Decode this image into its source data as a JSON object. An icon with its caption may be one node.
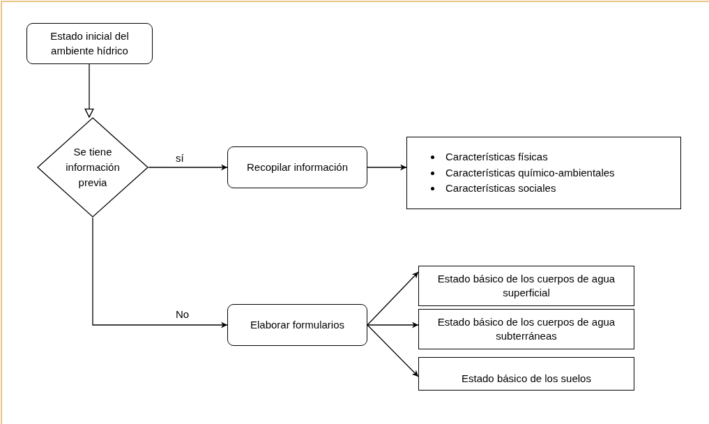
{
  "diagram": {
    "nodes": [
      {
        "text": [
          "Estado inicial del ambiente hídrico"
        ]
      },
      {
        "text": [
          "Se tiene información previa"
        ]
      },
      {
        "text": [
          "Recopilar información"
        ]
      },
      {
        "text": [
          "Características físicas",
          "Características químico-ambientales",
          "Características sociales"
        ]
      },
      {
        "text": [
          "Elaborar formularios"
        ]
      },
      {
        "text": [
          "Estado básico de los cuerpos de agua superficial"
        ]
      },
      {
        "text": [
          "Estado básico de los cuerpos de agua subterráneas"
        ]
      },
      {
        "text": [
          "Estado básico de los suelos"
        ]
      }
    ],
    "edges": [
      {
        "from": 0,
        "to": 1,
        "arrow": "to"
      },
      {
        "from": 1,
        "to": 2,
        "arrow": "to",
        "label": "sí"
      },
      {
        "from": 2,
        "to": 3,
        "arrow": "to"
      },
      {
        "from": 1,
        "to": 4,
        "arrow": "to",
        "label": "No"
      },
      {
        "from": 4,
        "to": 5,
        "arrow": "to"
      },
      {
        "from": 4,
        "to": 6,
        "arrow": "to"
      },
      {
        "from": 4,
        "to": 7,
        "arrow": "to"
      }
    ]
  }
}
